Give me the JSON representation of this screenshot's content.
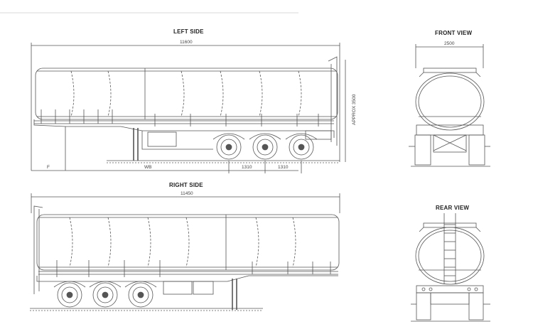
{
  "views": {
    "left_side": {
      "title": "LEFT SIDE",
      "length": "11600",
      "height": "APPROX 3500",
      "f_label": "F",
      "wb_label": "WB",
      "axle_spacing_1": "1310",
      "axle_spacing_2": "1310"
    },
    "right_side": {
      "title": "RIGHT SIDE",
      "length": "11450"
    },
    "front_view": {
      "title": "FRONT VIEW",
      "width": "2500"
    },
    "rear_view": {
      "title": "REAR VIEW"
    }
  }
}
